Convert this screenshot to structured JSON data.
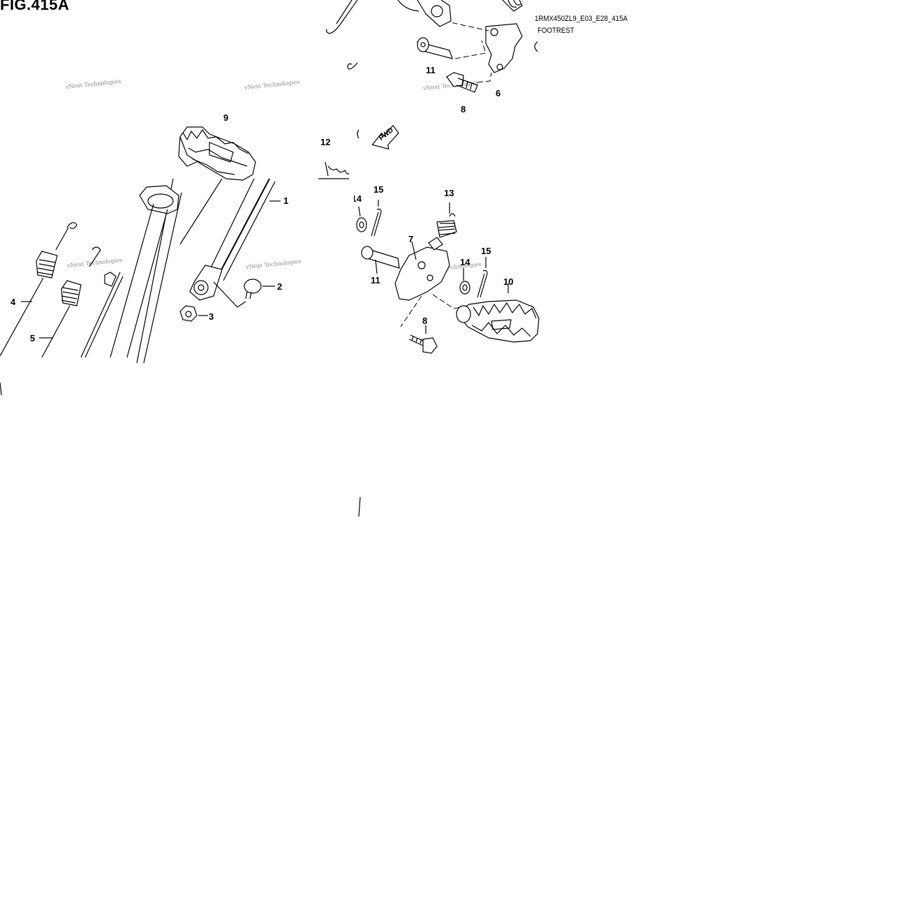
{
  "figure": {
    "title": "FIG.415A",
    "code": "1RMX450ZL9_E03_E28_415A",
    "section": "FOOTREST"
  },
  "watermark": "vNext Technologies",
  "fwd_label": "FWD",
  "callouts": {
    "c1": "1",
    "c2": "2",
    "c3": "3",
    "c4": "4",
    "c5": "5",
    "c6": "6",
    "c7": "7",
    "c8a": "8",
    "c8b": "8",
    "c9": "9",
    "c10": "10",
    "c11a": "11",
    "c11b": "11",
    "c12": "12",
    "c13": "13",
    "c14a": "14",
    "c14b": "14",
    "c15a": "15",
    "c15b": "15"
  }
}
